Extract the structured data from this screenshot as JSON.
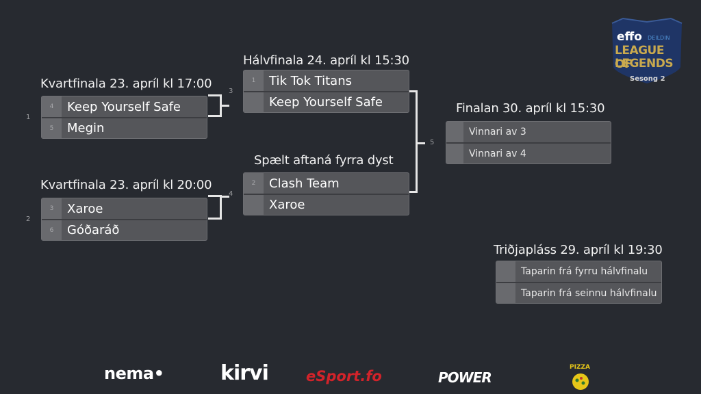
{
  "rounds": {
    "qf1": {
      "title": "Kvartfinala 23. apríl kl 17:00",
      "match_number": "1",
      "teams": [
        {
          "seed": "4",
          "name": "Keep Yourself Safe"
        },
        {
          "seed": "5",
          "name": "Megin"
        }
      ]
    },
    "qf2": {
      "title": "Kvartfinala 23. apríl kl 20:00",
      "match_number": "2",
      "teams": [
        {
          "seed": "3",
          "name": "Xaroe"
        },
        {
          "seed": "6",
          "name": "Góðaráð"
        }
      ]
    },
    "sf1": {
      "title": "Hálvfinala 24. apríl kl 15:30",
      "match_number": "3",
      "teams": [
        {
          "seed": "1",
          "name": "Tik Tok Titans"
        },
        {
          "seed": "",
          "name": "Keep Yourself Safe"
        }
      ]
    },
    "sf2": {
      "title": "Spælt aftaná fyrra dyst",
      "match_number": "4",
      "teams": [
        {
          "seed": "2",
          "name": "Clash Team"
        },
        {
          "seed": "",
          "name": "Xaroe"
        }
      ]
    },
    "final": {
      "title": "Finalan 30. apríl kl 15:30",
      "match_number": "5",
      "teams": [
        {
          "seed": "",
          "name": "Vinnari av 3"
        },
        {
          "seed": "",
          "name": "Vinnari av 4"
        }
      ]
    },
    "third": {
      "title": "Triðjapláss 29. apríl kl 19:30",
      "teams": [
        {
          "seed": "",
          "name": "Taparin frá fyrru hálvfinalu"
        },
        {
          "seed": "",
          "name": "Taparin frá seinnu hálvfinalu"
        }
      ]
    }
  },
  "logo": {
    "brand": "effo",
    "league": "DEILDIN",
    "line1": "LEAGUE OF",
    "line2": "LEGENDS",
    "season": "Sesong 2"
  },
  "sponsors": [
    "nema•",
    "kirvi",
    "eSport.fo",
    "POWER",
    "PIZZA"
  ],
  "colors": {
    "background": "#272a30",
    "match_bg": "#55565a",
    "seed_bg": "#696a6e",
    "logo_navy": "#1f3566",
    "logo_gold": "#c9a94e",
    "esport_red": "#d2232a"
  }
}
